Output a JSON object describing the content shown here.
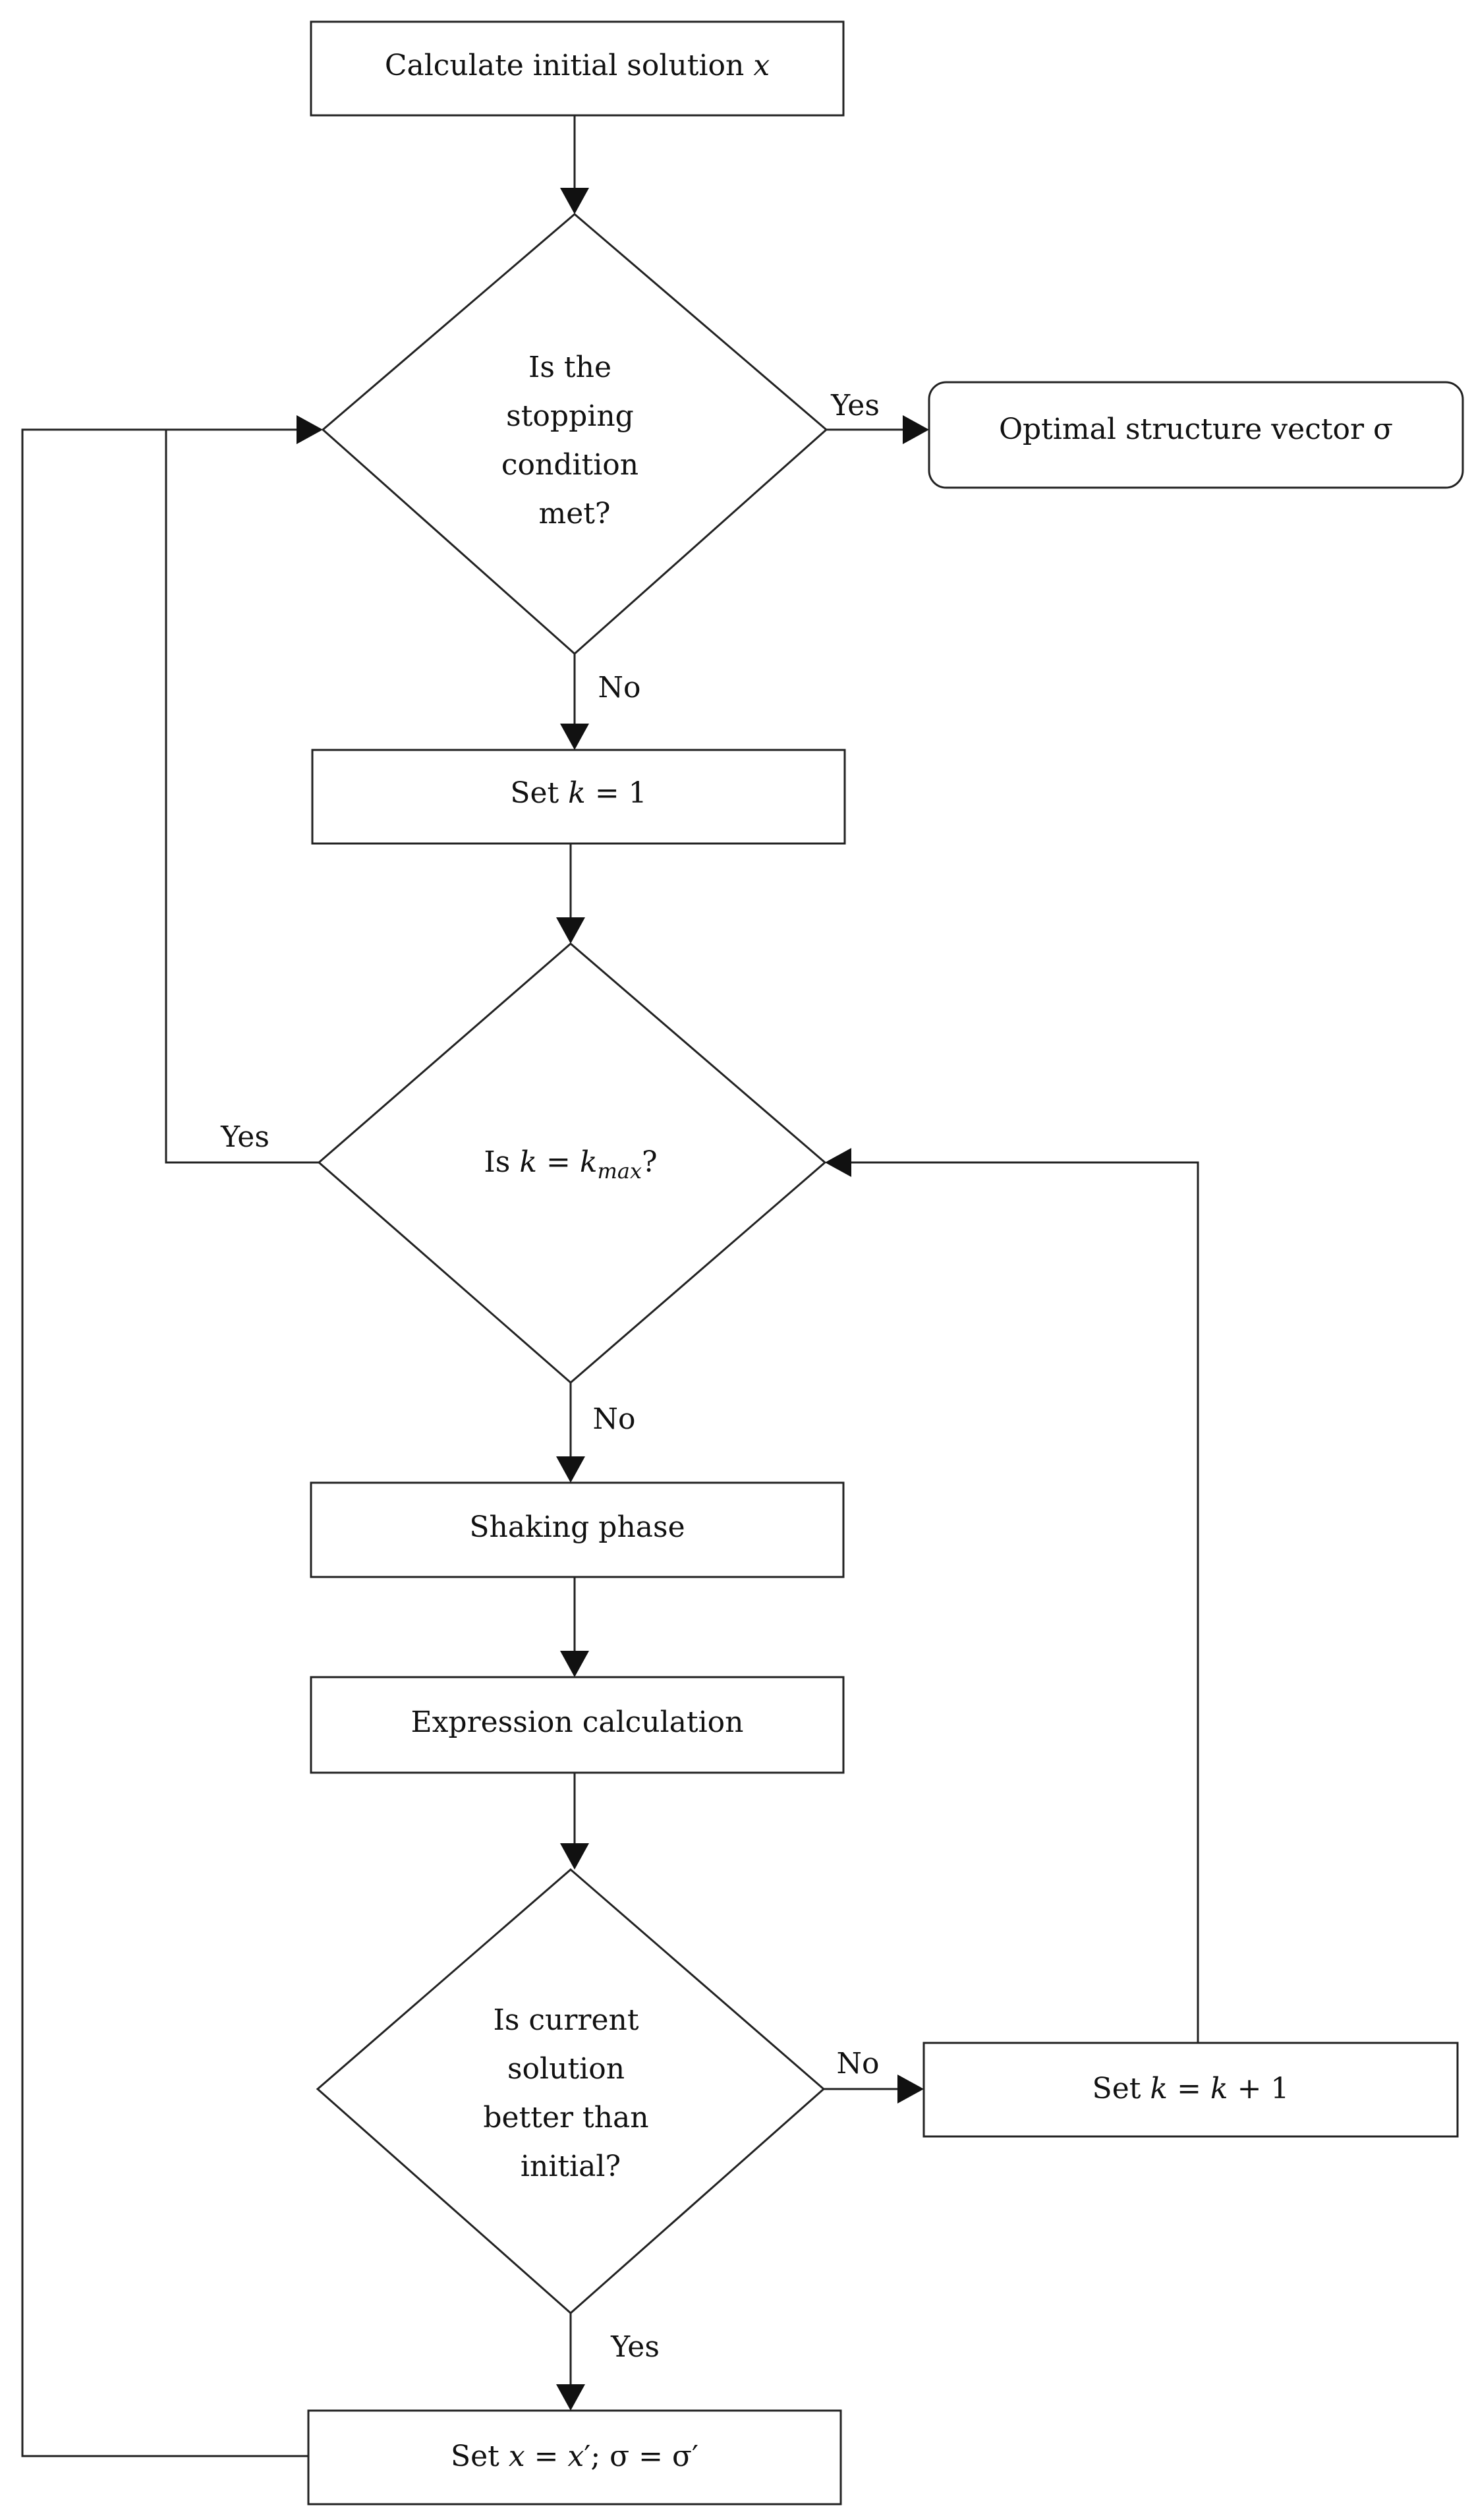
{
  "nodes": {
    "init": {
      "text": "Calculate initial solution ",
      "var": "x"
    },
    "stop_check": {
      "lines": [
        "Is the",
        "stopping",
        "condition",
        "met?"
      ]
    },
    "optimal": {
      "text": "Optimal structure vector σ"
    },
    "set_k1": {
      "prefix": "Set ",
      "expr": "k",
      "suffix": " = 1"
    },
    "kmax_check": {
      "prefix": "Is ",
      "k": "k",
      "eq": " = ",
      "k2": "k",
      "sub": "max",
      "suffix": "?"
    },
    "shaking": {
      "text": "Shaking phase"
    },
    "expression": {
      "text": "Expression calculation"
    },
    "better_check": {
      "lines": [
        "Is current",
        "solution",
        "better than",
        "initial?"
      ]
    },
    "set_kk1": {
      "prefix": "Set ",
      "k": "k",
      "eq": " = ",
      "k2": "k",
      "suffix": " + 1"
    },
    "set_x": {
      "prefix": "Set ",
      "x": "x",
      "eq": " = ",
      "x2": "x",
      "prime": "′",
      "rest": "; σ = σ′"
    }
  },
  "edge_labels": {
    "stop_yes": "Yes",
    "stop_no": "No",
    "kmax_yes": "Yes",
    "kmax_no": "No",
    "better_no": "No",
    "better_yes": "Yes"
  },
  "colors": {
    "stroke": "#222222",
    "fill": "#ffffff",
    "text": "#111111"
  }
}
